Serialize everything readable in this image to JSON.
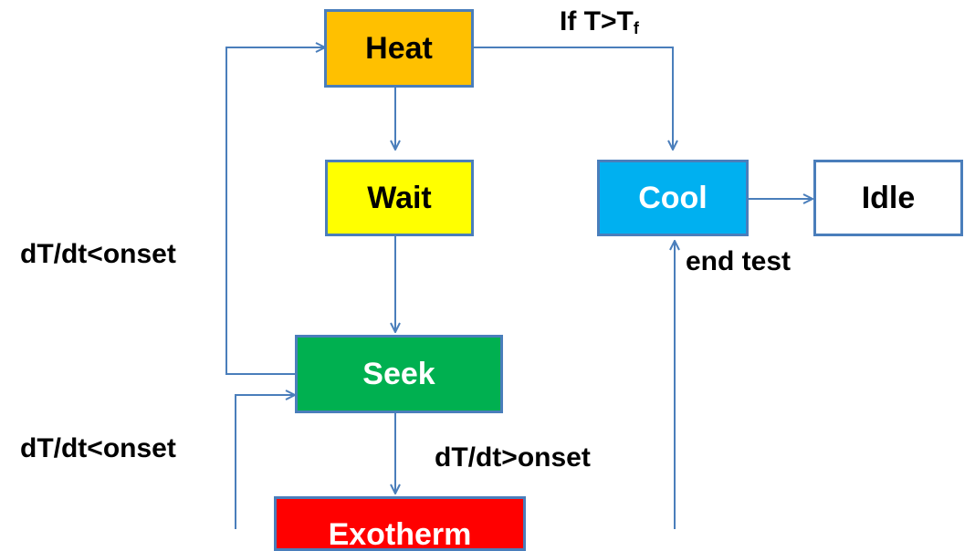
{
  "nodes": {
    "heat": {
      "label": "Heat",
      "fill": "#ffc000",
      "text_color": "#000000"
    },
    "wait": {
      "label": "Wait",
      "fill": "#ffff00",
      "text_color": "#000000"
    },
    "cool": {
      "label": "Cool",
      "fill": "#00b0f0",
      "text_color": "#ffffff"
    },
    "idle": {
      "label": "Idle",
      "fill": "#ffffff",
      "text_color": "#000000"
    },
    "seek": {
      "label": "Seek",
      "fill": "#00b050",
      "text_color": "#ffffff"
    },
    "exotherm": {
      "label": "Exotherm",
      "fill": "#ff0000",
      "text_color": "#ffffff"
    }
  },
  "edge_labels": {
    "heat_to_cool": {
      "main": "If T>T",
      "sub": "f"
    },
    "seek_loop_upper": "dT/dt<onset",
    "seek_loop_lower": "dT/dt<onset",
    "seek_to_exotherm": "dT/dt>onset",
    "to_cool": "end test"
  },
  "colors": {
    "border": "#4a7ebb",
    "arrow": "#4a7ebb"
  }
}
